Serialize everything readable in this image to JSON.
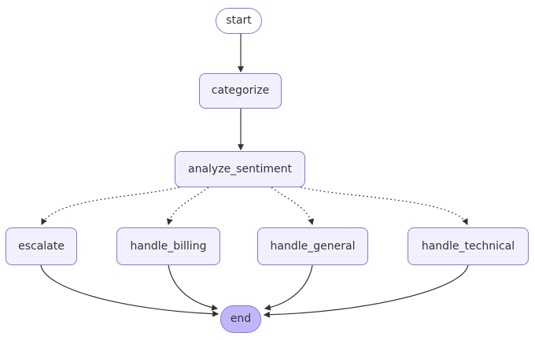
{
  "diagram": {
    "type": "flowchart",
    "direction": "top-down",
    "nodes": [
      {
        "id": "start",
        "label": "start",
        "shape": "stadium",
        "role": "entry"
      },
      {
        "id": "categorize",
        "label": "categorize",
        "shape": "rounded-rect",
        "role": "step"
      },
      {
        "id": "analyze_sentiment",
        "label": "analyze_sentiment",
        "shape": "rounded-rect",
        "role": "step"
      },
      {
        "id": "escalate",
        "label": "escalate",
        "shape": "rounded-rect",
        "role": "step"
      },
      {
        "id": "handle_billing",
        "label": "handle_billing",
        "shape": "rounded-rect",
        "role": "step"
      },
      {
        "id": "handle_general",
        "label": "handle_general",
        "shape": "rounded-rect",
        "role": "step"
      },
      {
        "id": "handle_technical",
        "label": "handle_technical",
        "shape": "rounded-rect",
        "role": "step"
      },
      {
        "id": "end",
        "label": "end",
        "shape": "stadium",
        "role": "exit"
      }
    ],
    "edges": [
      {
        "from": "start",
        "to": "categorize",
        "style": "solid"
      },
      {
        "from": "categorize",
        "to": "analyze_sentiment",
        "style": "solid"
      },
      {
        "from": "analyze_sentiment",
        "to": "escalate",
        "style": "dotted"
      },
      {
        "from": "analyze_sentiment",
        "to": "handle_billing",
        "style": "dotted"
      },
      {
        "from": "analyze_sentiment",
        "to": "handle_general",
        "style": "dotted"
      },
      {
        "from": "analyze_sentiment",
        "to": "handle_technical",
        "style": "dotted"
      },
      {
        "from": "escalate",
        "to": "end",
        "style": "solid"
      },
      {
        "from": "handle_billing",
        "to": "end",
        "style": "solid"
      },
      {
        "from": "handle_general",
        "to": "end",
        "style": "solid"
      },
      {
        "from": "handle_technical",
        "to": "end",
        "style": "solid"
      }
    ],
    "colors": {
      "background": "#ffffff",
      "node_fill": "#f2f0ff",
      "node_border": "#9370db",
      "start_fill": "#ffffff",
      "end_fill": "#bfb6fc",
      "edge": "#333333",
      "text": "#333333"
    }
  }
}
